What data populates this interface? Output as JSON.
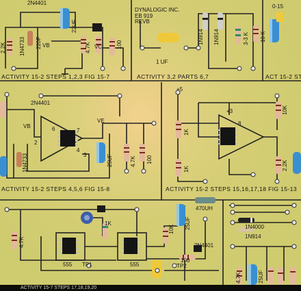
{
  "scene": {
    "type": "photo",
    "subject": "printed circuit training board",
    "colors": {
      "board": "#d4cd74",
      "trace": "#222222",
      "highlight": "#f2d38e",
      "edge": "#0c0c0a"
    }
  },
  "labels": {
    "top_fragment": "2N4401",
    "brand": "DYNALOGIC INC.",
    "model": "EB 919",
    "revision": "REVB",
    "cap_1uf": "1 UF",
    "diode_a": "1N914",
    "diode_b": "1N914",
    "res_3_3k": "3-3 K",
    "res_10k_top": "10 K",
    "top_right_fragment": "0-15",
    "res_2_2k": "2.2K",
    "zener_top": "1N4733",
    "cap_220uf": "220F",
    "vb_top": "VB",
    "res_4_7k_top": "4.7K",
    "vc_top": "VC",
    "res_100_top": "100",
    "cap_22uf": "22UF",
    "activity_1": "ACTIVITY 15-2  STEPS 1,2,3   FIG 15-7",
    "activity_2": "ACTIVITY 3,2 PARTS 6,7",
    "activity_3": "ACT 15-2 ST",
    "trans_mid": "2N4401",
    "vb_mid": "VB",
    "ve_mid": "VE",
    "cap_25uf_mid": "25UF",
    "res_4_7k_mid": "4.7K",
    "res_100_mid": "100",
    "zener_mid": "1N4733",
    "pin_6": "6",
    "pin_7": "7",
    "pin_4": "4",
    "pin_2": "2",
    "pin_3": "3",
    "pin_8": "8",
    "activity_4": "ACTIVITY 15-2  STEPS 4,5,6  FIG 15-8",
    "res_1k_a": "1K",
    "res_1k_b": "1K",
    "res_10k_right": "10K",
    "res_2_2k_right": "2.2K",
    "plus_5": "+5",
    "plus_3": "+3",
    "activity_5": "ACTIVITY 15-2  STEPS  15,16,17,18 FIG 15-13",
    "pot_1k": "1K",
    "chip_555_a": "555",
    "tp1": "TP1",
    "chip_555_b": "555",
    "tp2": "TP2",
    "res_4_7k_low": "4.7K",
    "res_10k_low": "10K",
    "cap_25uf_low": "25UF",
    "res_470uh": "470UH",
    "diode_4000": "1N4000",
    "diode_914_low": "1N914",
    "trans_low": "2N4401",
    "res_100_low": "100",
    "res_4_7k_br": "4.7K",
    "cap_25uf_br": "25UF",
    "edge_text": "ACTIVITY 15-7  STEPS 17,18,19,20"
  }
}
